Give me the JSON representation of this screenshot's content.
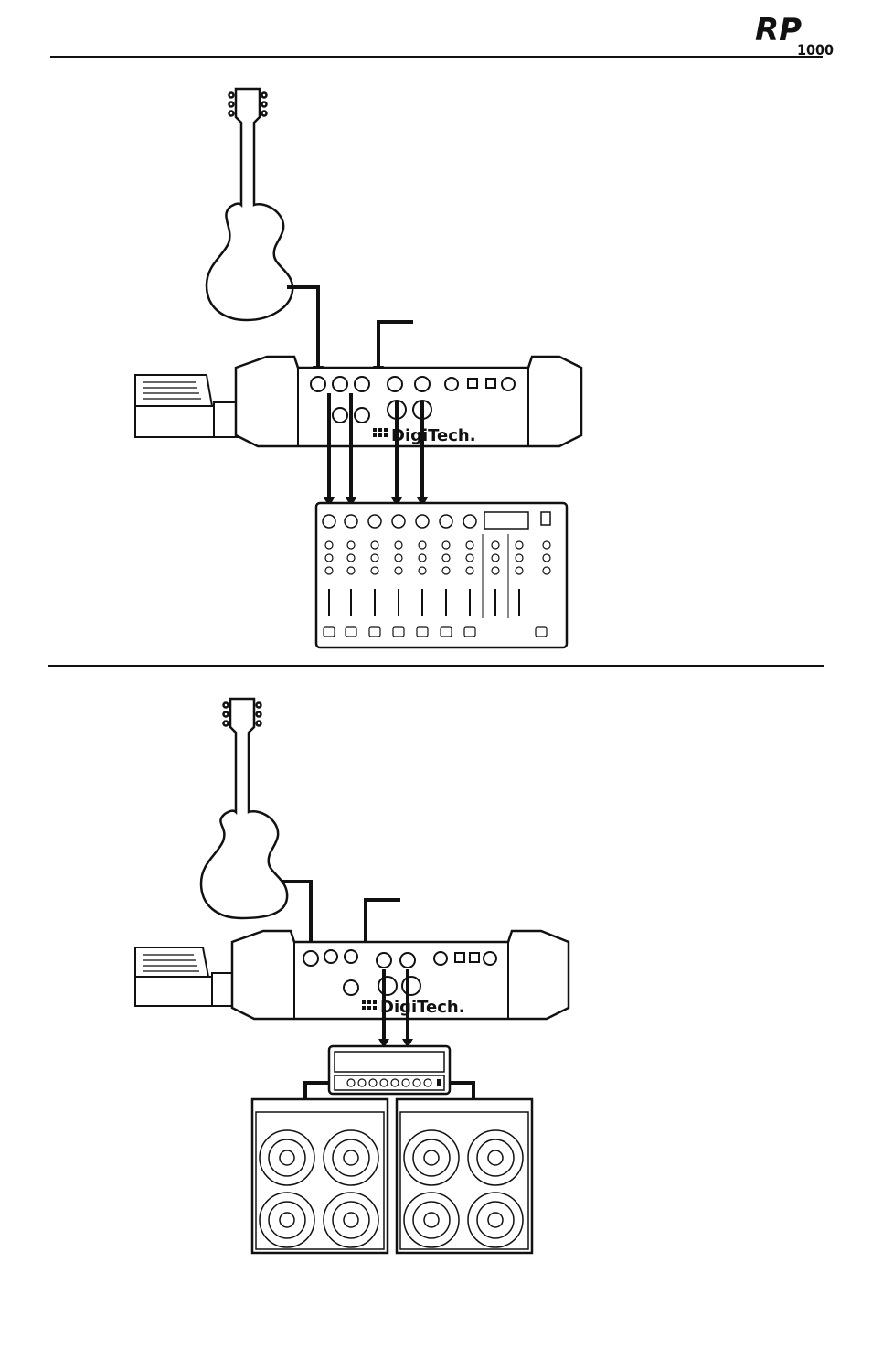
{
  "header": {
    "logo_main": "RP",
    "logo_sub": "1000"
  },
  "figure1": {
    "unit_brand": "DigiTech.",
    "description_note": "RP1000 connected to a mixing console"
  },
  "figure2": {
    "unit_brand": "DigiTech.",
    "description_note": "RP1000 connected to an amplifier head and two 4x12 cabinets"
  }
}
